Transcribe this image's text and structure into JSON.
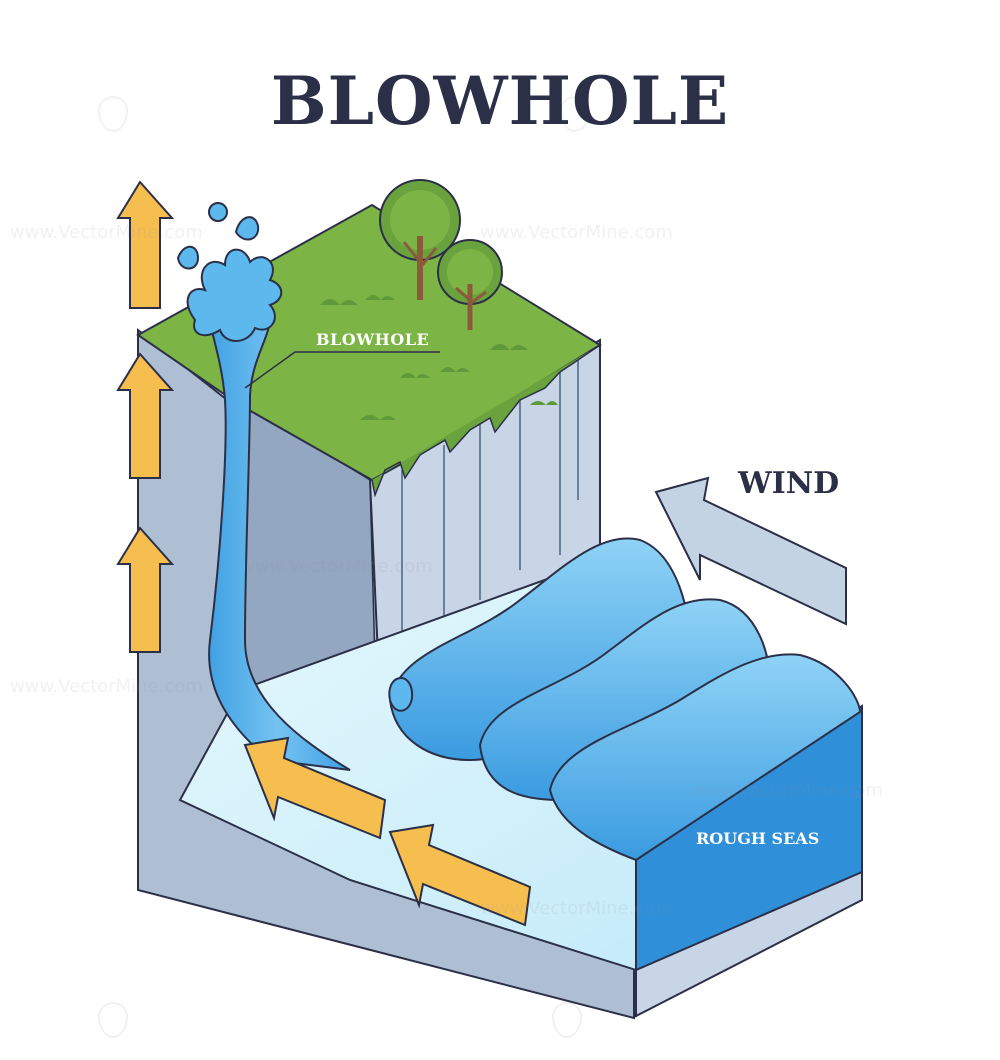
{
  "title": "BLOWHOLE",
  "labels": {
    "blowhole": "BLOWHOLE",
    "wind": "WIND",
    "rough_seas": "ROUGH SEAS"
  },
  "watermark": "www.VectorMine.com",
  "colors": {
    "title": "#2b2f47",
    "grass": "#7db446",
    "grass_dark": "#5f9a3a",
    "cliff_face": "#c9d6e6",
    "cliff_side": "#a9bbd2",
    "water_light": "#cdeffb",
    "water": "#5db8ee",
    "water_dark": "#2f8fd8",
    "arrow_yellow": "#f6be4f",
    "wind_arrow": "#c4d3e4",
    "outline": "#2b2f47"
  },
  "icons": [
    "up-arrow-icon",
    "left-arrow-icon",
    "tree-icon",
    "water-drop-icon"
  ]
}
